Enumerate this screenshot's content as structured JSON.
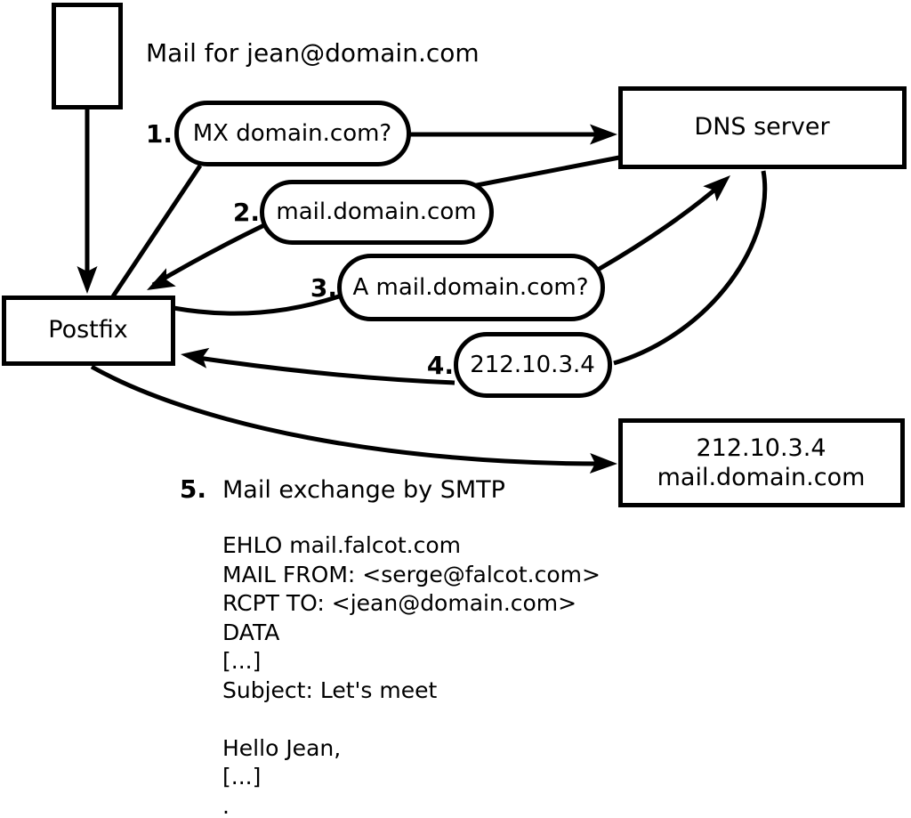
{
  "colors": {
    "ink": "#000000",
    "paper": "#ffffff"
  },
  "title": {
    "text": "Mail for jean@domain.com"
  },
  "nodes": {
    "postfix": {
      "label": "Postfix"
    },
    "dns_server": {
      "label": "DNS server"
    },
    "mail_server": {
      "line1": "212.10.3.4",
      "line2": "mail.domain.com"
    }
  },
  "steps": [
    {
      "num": "1.",
      "label": "MX domain.com?"
    },
    {
      "num": "2.",
      "label": "mail.domain.com"
    },
    {
      "num": "3.",
      "label": "A mail.domain.com?"
    },
    {
      "num": "4.",
      "label": "212.10.3.4"
    },
    {
      "num": "5.",
      "label": "Mail exchange by SMTP"
    }
  ],
  "smtp_session": {
    "text": "EHLO mail.falcot.com\nMAIL FROM: <serge@falcot.com>\nRCPT TO: <jean@domain.com>\nDATA\n[...]\nSubject: Let's meet\n\nHello Jean,\n[...]\n."
  }
}
